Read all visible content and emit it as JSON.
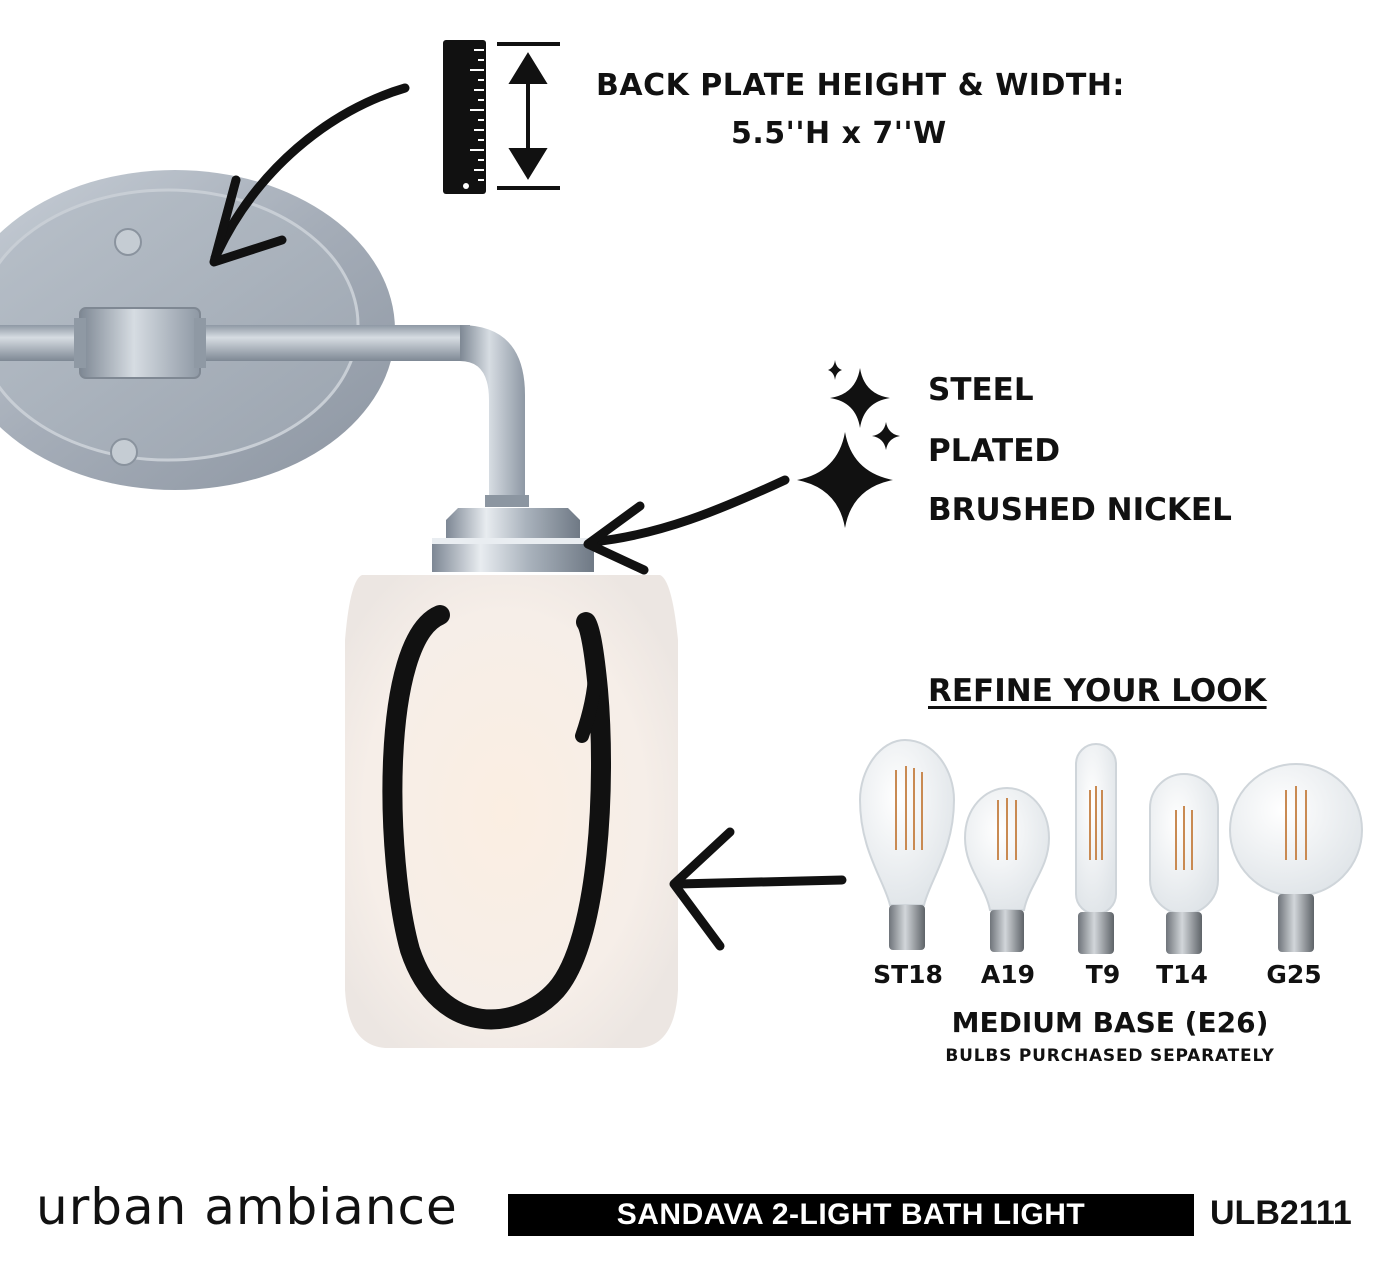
{
  "backplate": {
    "title": "BACK PLATE HEIGHT & WIDTH:",
    "dimensions": "5.5''H x 7''W"
  },
  "materials": [
    "STEEL",
    "PLATED",
    "BRUSHED NICKEL"
  ],
  "refine": {
    "heading": "REFINE YOUR LOOK",
    "bulbs": [
      "ST18",
      "A19",
      "T9",
      "T14",
      "G25"
    ],
    "base_title": "MEDIUM BASE (E26)",
    "base_note": "BULBS PURCHASED SEPARATELY"
  },
  "footer": {
    "brand": "urban ambiance",
    "product": "SANDAVA 2-LIGHT BATH LIGHT",
    "sku": "ULB2111"
  },
  "icons": {
    "ruler": "ruler-icon",
    "sparkle": "sparkle-icon",
    "arrow": "hand-drawn-arrow"
  },
  "colors": {
    "nickel": "#9aa4b1",
    "glass": "#f7efe8",
    "ink": "#111111"
  }
}
